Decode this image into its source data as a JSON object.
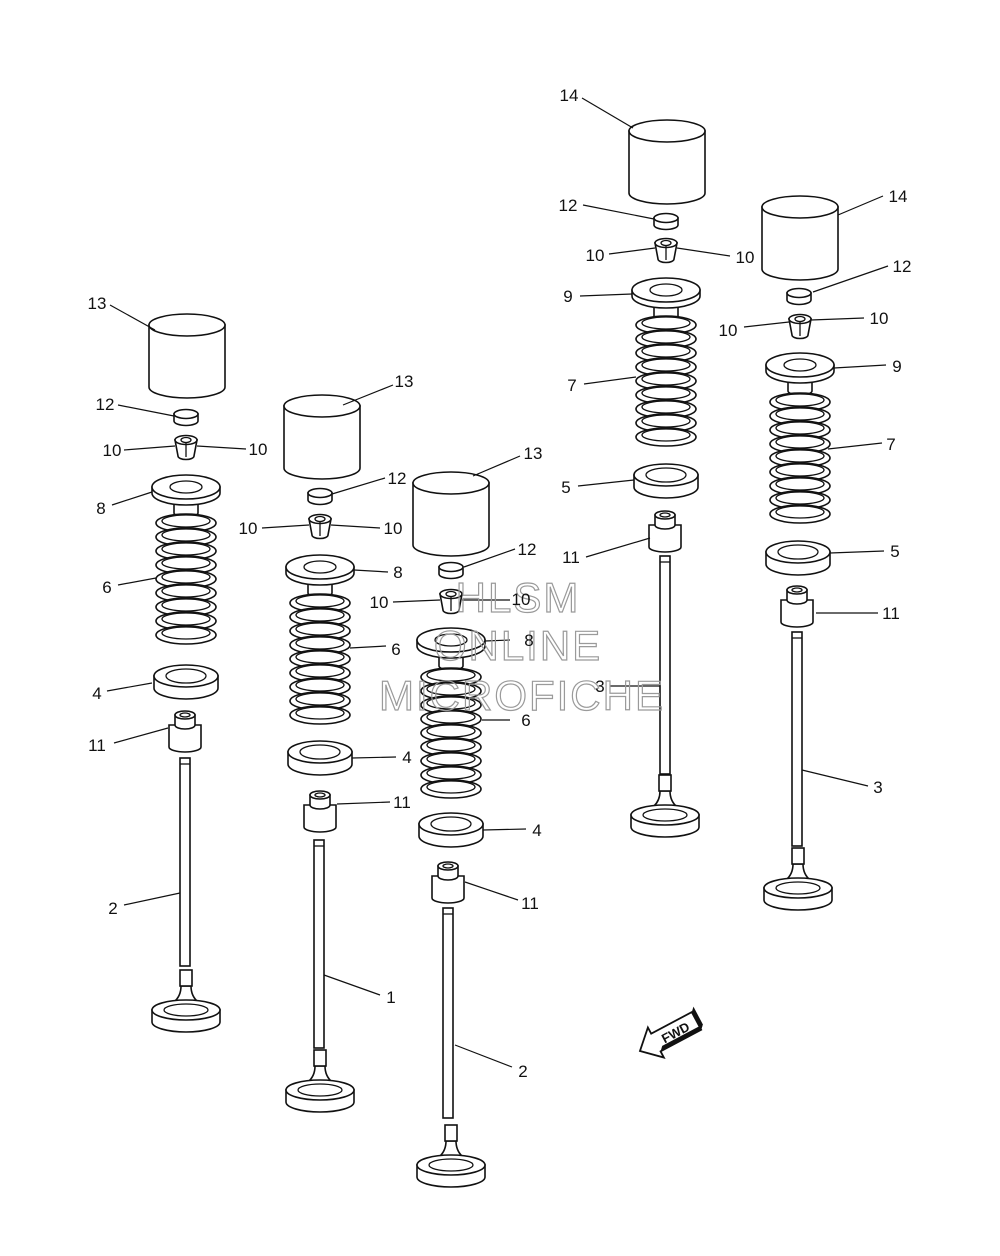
{
  "diagram": {
    "callouts": {
      "a": {
        "c13": "13",
        "c12": "12",
        "c10l": "10",
        "c10r": "10",
        "c8": "8",
        "c6": "6",
        "c4": "4",
        "c11": "11",
        "c2": "2"
      },
      "b": {
        "c13": "13",
        "c12": "12",
        "c10l": "10",
        "c10r": "10",
        "c8": "8",
        "c6": "6",
        "c4": "4",
        "c11": "11",
        "c1": "1"
      },
      "c": {
        "c13": "13",
        "c12": "12",
        "c10l": "10",
        "c10r": "10",
        "c8": "8",
        "c6": "6",
        "c4": "4",
        "c11": "11",
        "c2": "2"
      },
      "d": {
        "c14": "14",
        "c12": "12",
        "c10l": "10",
        "c10r": "10",
        "c9": "9",
        "c7": "7",
        "c5": "5",
        "c11": "11",
        "c3": "3"
      },
      "e": {
        "c14": "14",
        "c12": "12",
        "c10l": "10",
        "c10r": "10",
        "c9": "9",
        "c7": "7",
        "c5": "5",
        "c11": "11",
        "c3": "3"
      }
    },
    "fwd_label": "FWD",
    "watermark": {
      "line1": "HLSM",
      "line2": "ONLINE",
      "line3": "MICROFICHE"
    }
  }
}
